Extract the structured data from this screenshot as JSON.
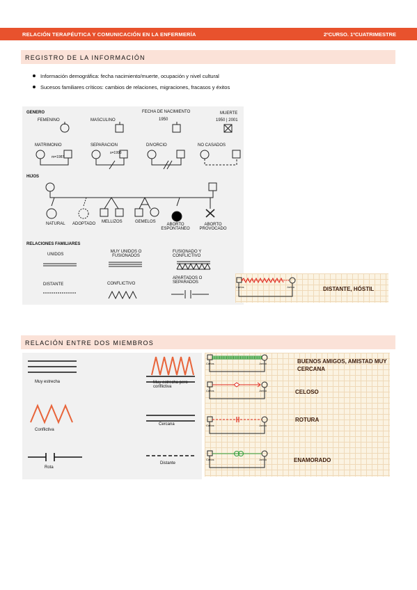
{
  "header": {
    "left": "RELACIÓN TERAPÉUTICA Y COMUNICACIÓN EN LA ENFERMERÍA",
    "right": "2ºCURSO. 1ºCUATRIMESTRE"
  },
  "section1": {
    "title": "REGISTRO DE LA INFORMACIÓN",
    "bullets": [
      "Información demográfica: fecha nacimiento/muerte, ocupación y nivel cultural",
      "Sucesos familiares críticos: cambios de relaciones, migraciones, fracasos y éxitos"
    ]
  },
  "genogram": {
    "genero": "GENERO",
    "femenino": "FEMENINO",
    "masculino": "MASCULINO",
    "fecha": "FECHA DE NACIMIENTO",
    "fecha_year": "1950",
    "muerte": "MUERTE",
    "muerte_years": "1950 | 2001",
    "matrimonio": "MATRIMONIO",
    "matrimonio_year": "m=1987",
    "separacion": "SEPARACION",
    "separacion_year": "s=1993",
    "divorcio": "DIVORCIO",
    "no_casados": "NO CASADOS",
    "hijos": "HIJOS",
    "natural": "NATURAL",
    "adoptado": "ADOPTADO",
    "mellizos": "MELLIZOS",
    "gemelos": "GEMELOS",
    "aborto_esp": "ABORTO ESPONTANEO",
    "aborto_prov": "ABORTO PROVOCADO",
    "relaciones": "RELACIONES FAMILIARES",
    "unidos": "UNIDOS",
    "muy_unidos": "MUY UNIDOS O FUSIONADOS",
    "fusionado": "FUSIONADO Y CONFLICTIVO",
    "distante": "DISTANTE",
    "conflictivo": "CONFLICTIVO",
    "apartados": "APARTADOS O SEPARADOS"
  },
  "distante_hostil": {
    "label": "DISTANTE, HÓSTIL",
    "left_name": "Carlos",
    "right_name": "Jorina"
  },
  "section2": {
    "title": "RELACIÓN ENTRE DOS MIEMBROS",
    "legend": {
      "muy_estrecha": "Muy estrecha",
      "muy_estrecha_conf": "Muy estrecha pero conflictiva",
      "conflictiva": "Conflictiva",
      "cercana": "Cercana",
      "rota": "Rota",
      "distante": "Distante"
    },
    "examples": [
      {
        "label": "BUENOS AMIGOS, AMISTAD MUY CERCANA",
        "color": "#2e9e3a"
      },
      {
        "label": "CELOSO",
        "color": "#e02a1f"
      },
      {
        "label": "ROTURA",
        "color": "#e02a1f"
      },
      {
        "label": "ENAMORADO",
        "color": "#2e9e3a"
      }
    ],
    "left_name": "Carlos",
    "right_name": "Jorina"
  },
  "colors": {
    "accent": "#e8522d",
    "section_bg": "#fbe2d8",
    "orange_line": "#e8643a"
  }
}
